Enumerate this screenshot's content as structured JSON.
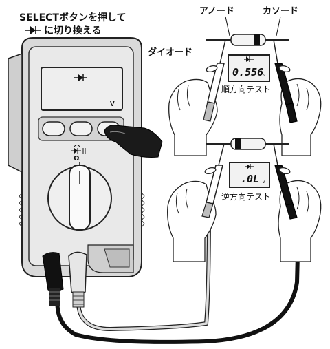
{
  "instruction": {
    "line1": "SELECTボタンを押して",
    "line2_suffix": "に切り換える"
  },
  "labels": {
    "anode": "アノード",
    "cathode": "カソード",
    "diode": "ダイオード",
    "forward_test": "順方向テスト",
    "reverse_test": "逆方向テスト"
  },
  "meter_display": {
    "symbol_icon": "diode-icon",
    "unit": "V"
  },
  "forward_display": {
    "value": "0.556",
    "unit": "v"
  },
  "reverse_display": {
    "value": ".0L",
    "unit": "v"
  },
  "function_marks": {
    "ohm": "Ω"
  }
}
